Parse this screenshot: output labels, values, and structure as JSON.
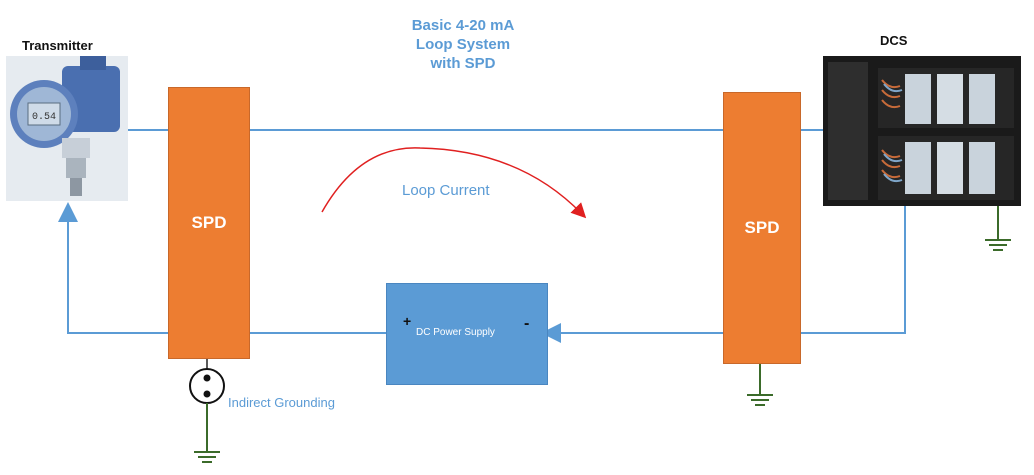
{
  "title": {
    "line1": "Basic 4-20 mA",
    "line2": "Loop System",
    "line3": "with SPD"
  },
  "transmitter": {
    "label": "Transmitter"
  },
  "dcs": {
    "label": "DCS"
  },
  "spd_left": {
    "label": "SPD"
  },
  "spd_right": {
    "label": "SPD"
  },
  "power_supply": {
    "label": "DC Power Supply",
    "plus": "+",
    "minus": "-"
  },
  "loop_current": {
    "label": "Loop Current"
  },
  "grounding": {
    "label": "Indirect Grounding"
  },
  "colors": {
    "wire": "#5b9bd5",
    "spd": "#ed7d31",
    "power_supply": "#5b9bd5",
    "current_arrow": "#e02020",
    "ground": "#3b6b2a"
  }
}
